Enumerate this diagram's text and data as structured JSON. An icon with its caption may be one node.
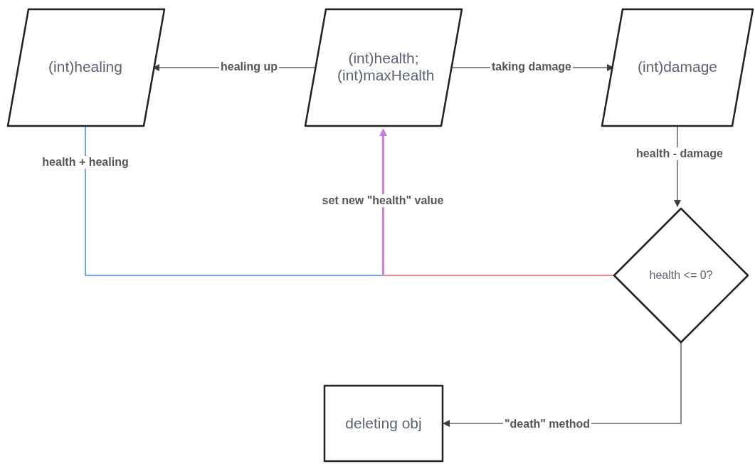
{
  "diagram": {
    "nodes": [
      {
        "text": [
          "(int)healing"
        ]
      },
      {
        "text": [
          "(int)health; (int)maxHealth"
        ]
      },
      {
        "text": [
          "(int)damage"
        ]
      },
      {
        "text": [
          "health <= 0?"
        ]
      },
      {
        "text": [
          "deleting obj"
        ]
      }
    ],
    "edges": [
      {
        "from": 1,
        "to": 0,
        "arrow": "to",
        "label": "healing up"
      },
      {
        "from": 1,
        "to": 2,
        "arrow": "to",
        "label": "taking damage"
      },
      {
        "from": 2,
        "to": 3,
        "arrow": "to",
        "label": "health - damage"
      },
      {
        "from": 0,
        "to": 1,
        "arrow": "to",
        "label": "health + healing",
        "color": "#6ea8ee"
      },
      {
        "from": 3,
        "to": 1,
        "arrow": "to",
        "label": "set new \"health\" value",
        "color": "#ee8888"
      },
      {
        "from": 3,
        "to": 4,
        "arrow": "to",
        "label": "\"death\" method"
      }
    ]
  }
}
